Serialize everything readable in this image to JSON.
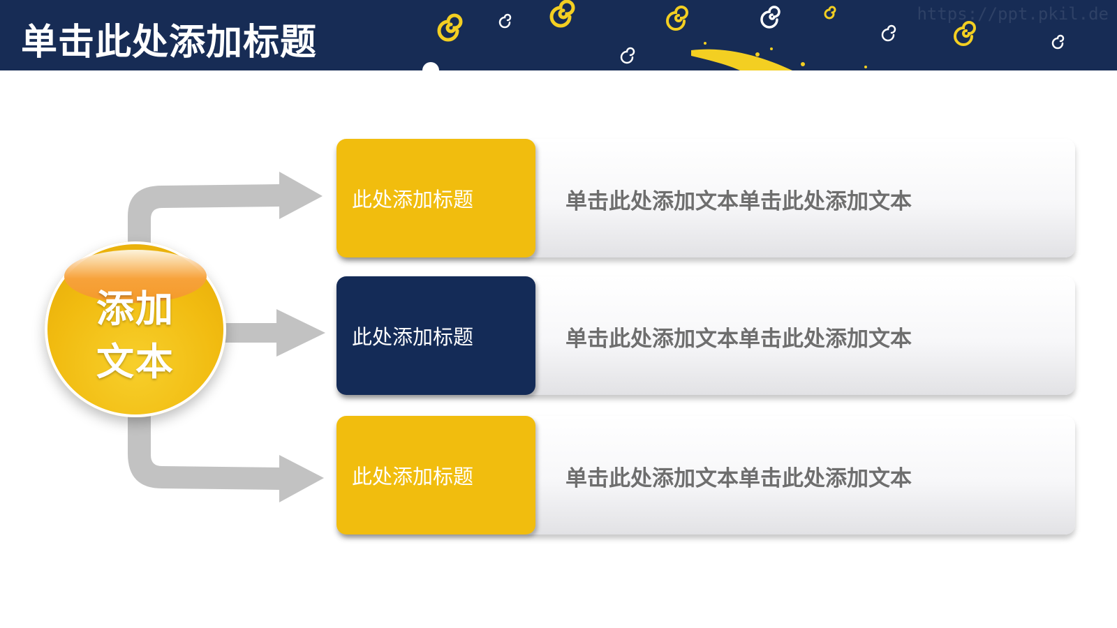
{
  "header": {
    "title": "单击此处添加标题",
    "watermark": "https://ppt.pkil.de",
    "background": "#172c55"
  },
  "center_node": {
    "line1": "添加",
    "line2": "文本",
    "color": "#f1bb10"
  },
  "rows": [
    {
      "heading": "此处添加标题",
      "text": "单击此处添加文本单击此处添加文本",
      "tab_color": "yellow"
    },
    {
      "heading": "此处添加标题",
      "text": "单击此处添加文本单击此处添加文本",
      "tab_color": "navy"
    },
    {
      "heading": "此处添加标题",
      "text": "单击此处添加文本单击此处添加文本",
      "tab_color": "yellow"
    }
  ],
  "colors": {
    "accent_yellow": "#f1bd0e",
    "navy": "#142b57",
    "arrow_gray": "#c0c0c0",
    "body_text": "#6e6e6e"
  }
}
